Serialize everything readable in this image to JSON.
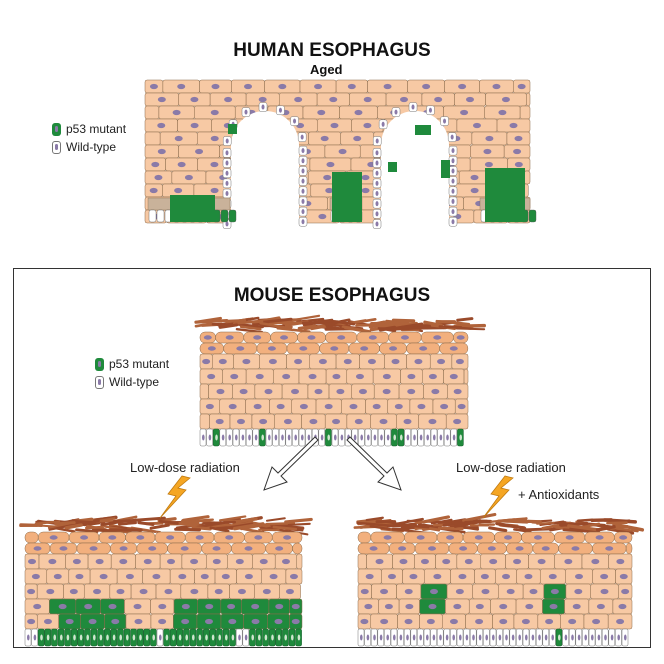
{
  "human": {
    "title": "HUMAN ESOPHAGUS",
    "subtitle": "Aged",
    "legend": [
      {
        "label": "p53 mutant",
        "type": "mutant"
      },
      {
        "label": "Wild-type",
        "type": "wildtype"
      }
    ]
  },
  "mouse": {
    "title": "MOUSE ESOPHAGUS",
    "legend": [
      {
        "label": "p53 mutant",
        "type": "mutant"
      },
      {
        "label": "Wild-type",
        "type": "wildtype"
      }
    ],
    "left_panel": {
      "treatment": "Low-dose radiation"
    },
    "right_panel": {
      "treatment": "Low-dose radiation",
      "extra_treatment": "+ Antioxidants"
    }
  },
  "colors": {
    "cell_fill": "#f7c9a4",
    "cell_stroke": "#8b6a4a",
    "nucleus": "#8a7aa8",
    "mutant": "#1f8a3c",
    "wildtype_fill": "#ffffff",
    "suprabasal_tan": "#c9b29a",
    "keratin": "#9a4a2a",
    "upper_layer": "#f2b07e",
    "bolt": "#f5a623",
    "box_border": "#333333"
  }
}
